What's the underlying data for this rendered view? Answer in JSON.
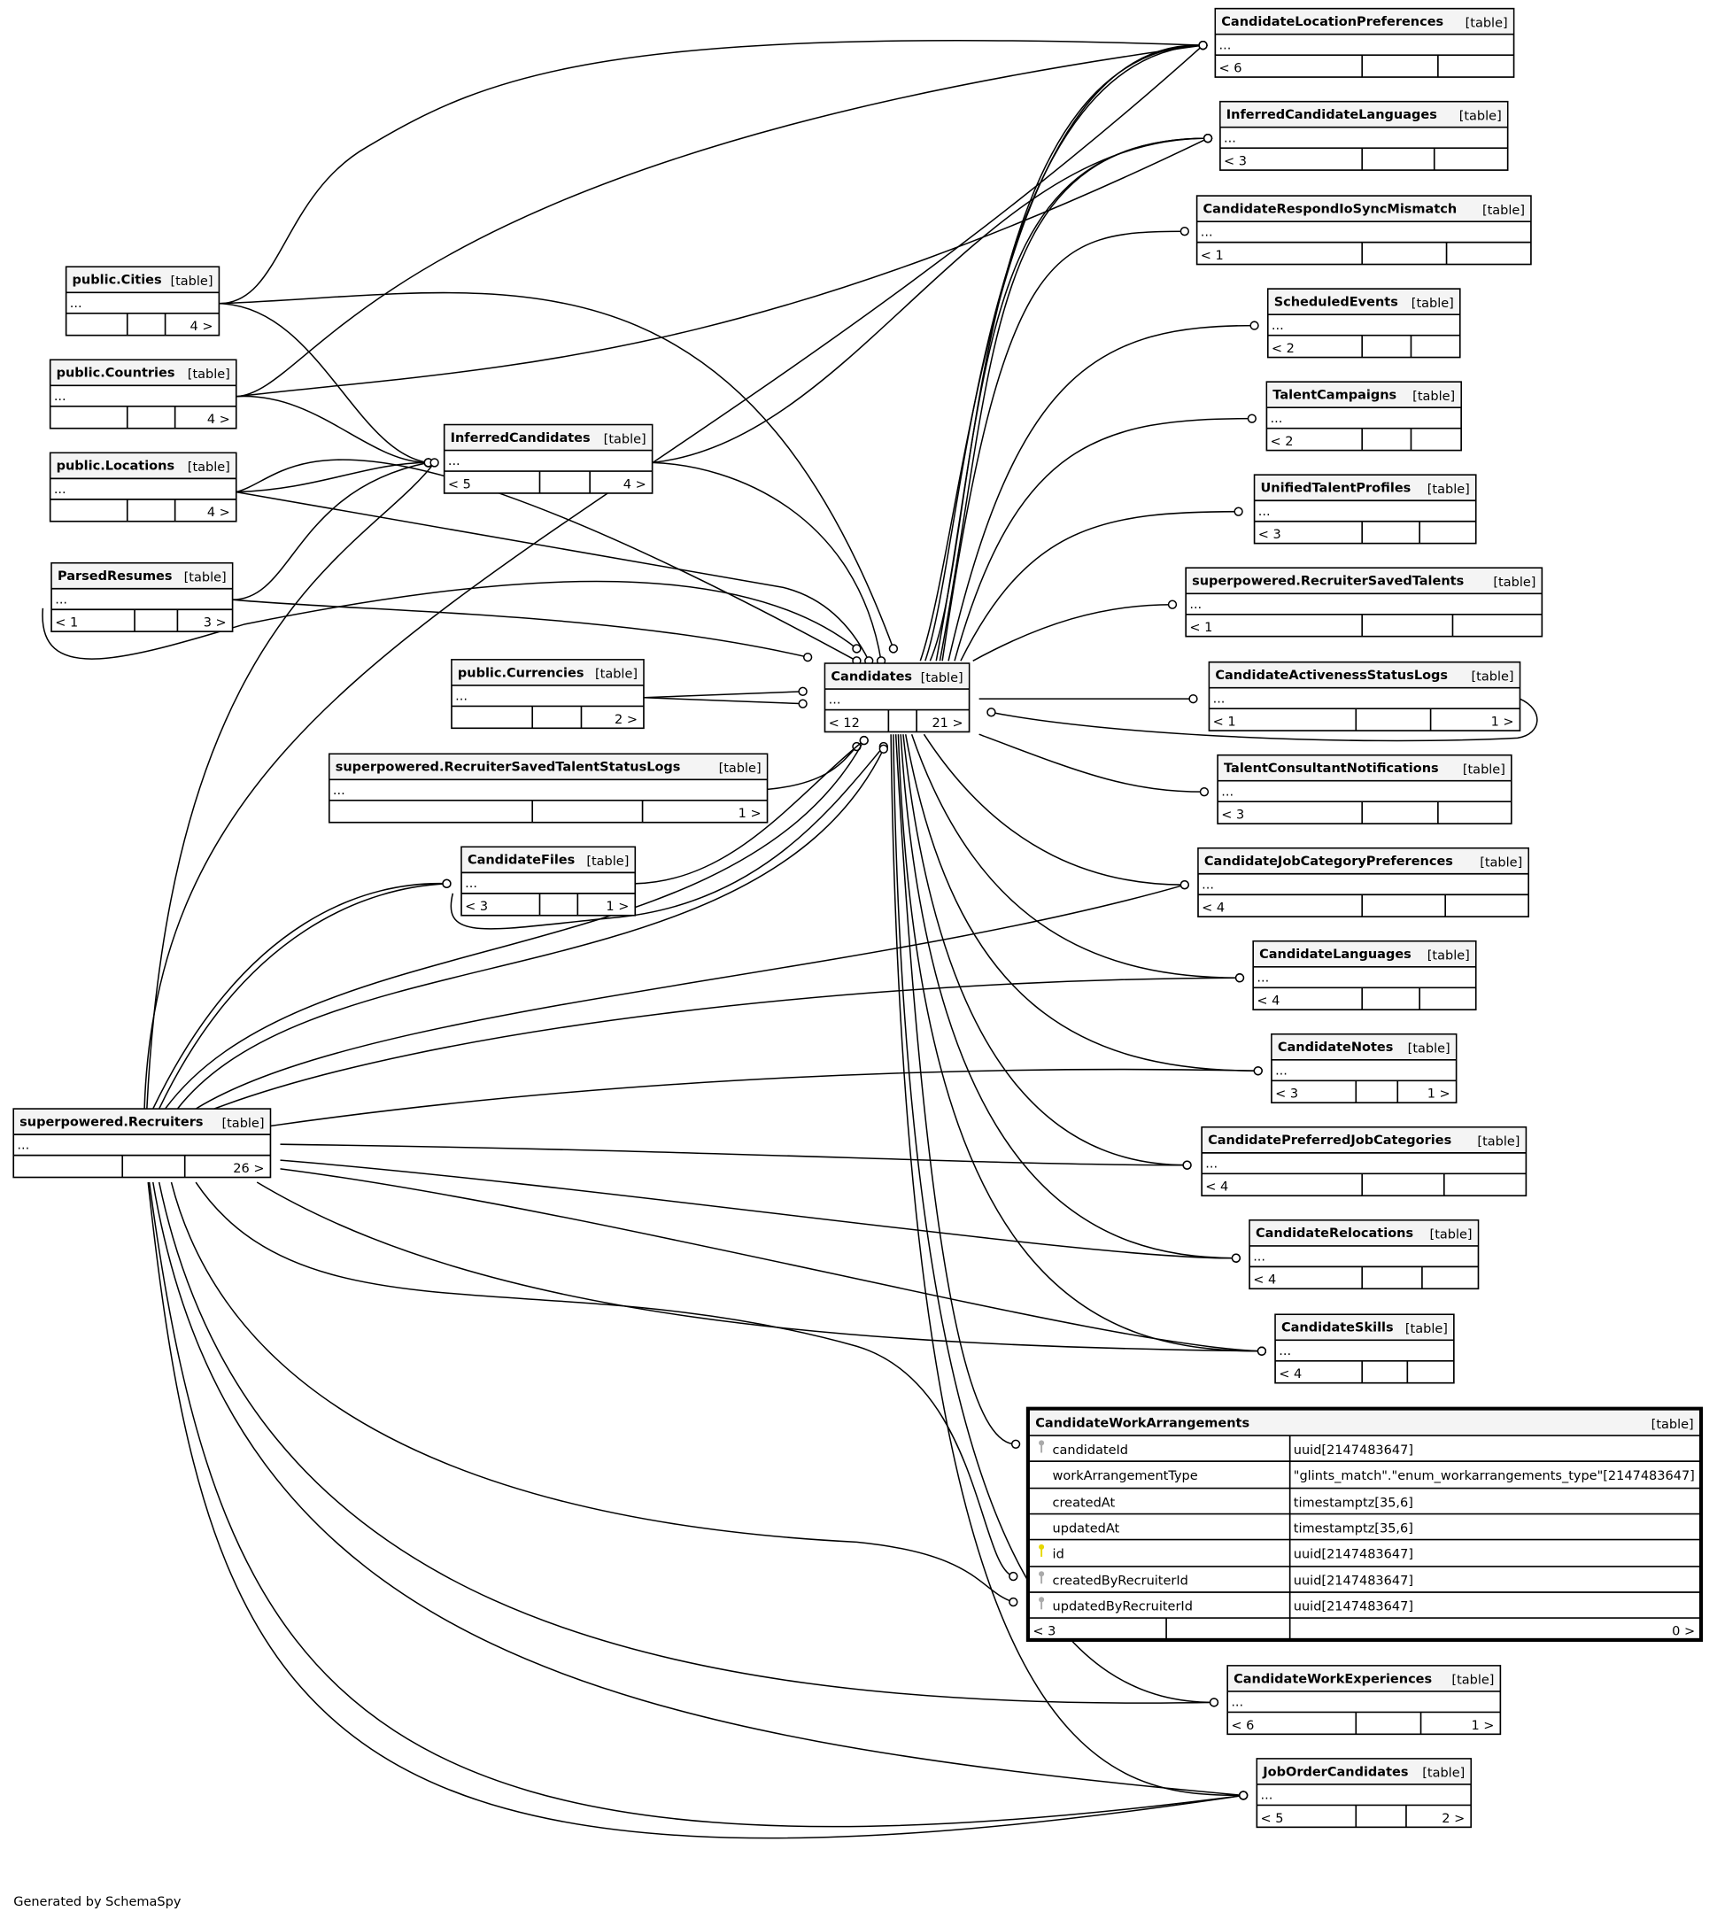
{
  "footer_text": "Generated by SchemaSpy",
  "colors": {
    "primary_key": "#e6d800",
    "foreign_key": "#aaaaaa",
    "header_bg": "#f4f4f4"
  },
  "tables": [
    {
      "name": "CandidateLocationPreferences",
      "kind": "[table]",
      "row": "...",
      "parents": "< 6",
      "children": ""
    },
    {
      "name": "InferredCandidateLanguages",
      "kind": "[table]",
      "row": "...",
      "parents": "< 3",
      "children": ""
    },
    {
      "name": "CandidateRespondIoSyncMismatch",
      "kind": "[table]",
      "row": "...",
      "parents": "< 1",
      "children": ""
    },
    {
      "name": "ScheduledEvents",
      "kind": "[table]",
      "row": "...",
      "parents": "< 2",
      "children": ""
    },
    {
      "name": "TalentCampaigns",
      "kind": "[table]",
      "row": "...",
      "parents": "< 2",
      "children": ""
    },
    {
      "name": "UnifiedTalentProfiles",
      "kind": "[table]",
      "row": "...",
      "parents": "< 3",
      "children": ""
    },
    {
      "name": "superpowered.RecruiterSavedTalents",
      "kind": "[table]",
      "row": "...",
      "parents": "< 1",
      "children": ""
    },
    {
      "name": "CandidateActivenessStatusLogs",
      "kind": "[table]",
      "row": "...",
      "parents": "< 1",
      "children": "1 >"
    },
    {
      "name": "TalentConsultantNotifications",
      "kind": "[table]",
      "row": "...",
      "parents": "< 3",
      "children": ""
    },
    {
      "name": "CandidateJobCategoryPreferences",
      "kind": "[table]",
      "row": "...",
      "parents": "< 4",
      "children": ""
    },
    {
      "name": "CandidateLanguages",
      "kind": "[table]",
      "row": "...",
      "parents": "< 4",
      "children": ""
    },
    {
      "name": "CandidateNotes",
      "kind": "[table]",
      "row": "...",
      "parents": "< 3",
      "children": "1 >"
    },
    {
      "name": "CandidatePreferredJobCategories",
      "kind": "[table]",
      "row": "...",
      "parents": "< 4",
      "children": ""
    },
    {
      "name": "CandidateRelocations",
      "kind": "[table]",
      "row": "...",
      "parents": "< 4",
      "children": ""
    },
    {
      "name": "CandidateSkills",
      "kind": "[table]",
      "row": "...",
      "parents": "< 4",
      "children": ""
    },
    {
      "name": "CandidateWorkExperiences",
      "kind": "[table]",
      "row": "...",
      "parents": "< 6",
      "children": "1 >"
    },
    {
      "name": "JobOrderCandidates",
      "kind": "[table]",
      "row": "...",
      "parents": "< 5",
      "children": "2 >"
    },
    {
      "name": "public.Cities",
      "kind": "[table]",
      "row": "...",
      "parents": "",
      "children": "4 >"
    },
    {
      "name": "public.Countries",
      "kind": "[table]",
      "row": "...",
      "parents": "",
      "children": "4 >"
    },
    {
      "name": "public.Locations",
      "kind": "[table]",
      "row": "...",
      "parents": "",
      "children": "4 >"
    },
    {
      "name": "ParsedResumes",
      "kind": "[table]",
      "row": "...",
      "parents": "< 1",
      "children": "3 >"
    },
    {
      "name": "InferredCandidates",
      "kind": "[table]",
      "row": "...",
      "parents": "< 5",
      "children": "4 >"
    },
    {
      "name": "public.Currencies",
      "kind": "[table]",
      "row": "...",
      "parents": "",
      "children": "2 >"
    },
    {
      "name": "superpowered.RecruiterSavedTalentStatusLogs",
      "kind": "[table]",
      "row": "...",
      "parents": "",
      "children": "1 >"
    },
    {
      "name": "Candidates",
      "kind": "[table]",
      "row": "...",
      "parents": "< 12",
      "children": "21 >"
    },
    {
      "name": "CandidateFiles",
      "kind": "[table]",
      "row": "...",
      "parents": "< 3",
      "children": "1 >"
    },
    {
      "name": "superpowered.Recruiters",
      "kind": "[table]",
      "row": "...",
      "parents": "",
      "children": "26 >"
    }
  ],
  "focus_table": {
    "name": "CandidateWorkArrangements",
    "kind": "[table]",
    "columns": [
      {
        "name": "candidateId",
        "type": "uuid[2147483647]",
        "key": "foreign"
      },
      {
        "name": "workArrangementType",
        "type": "\"glints_match\".\"enum_workarrangements_type\"[2147483647]",
        "key": "none"
      },
      {
        "name": "createdAt",
        "type": "timestamptz[35,6]",
        "key": "none"
      },
      {
        "name": "updatedAt",
        "type": "timestamptz[35,6]",
        "key": "none"
      },
      {
        "name": "id",
        "type": "uuid[2147483647]",
        "key": "primary"
      },
      {
        "name": "createdByRecruiterId",
        "type": "uuid[2147483647]",
        "key": "foreign"
      },
      {
        "name": "updatedByRecruiterId",
        "type": "uuid[2147483647]",
        "key": "foreign"
      }
    ],
    "parents": "< 3",
    "children": "0 >"
  }
}
